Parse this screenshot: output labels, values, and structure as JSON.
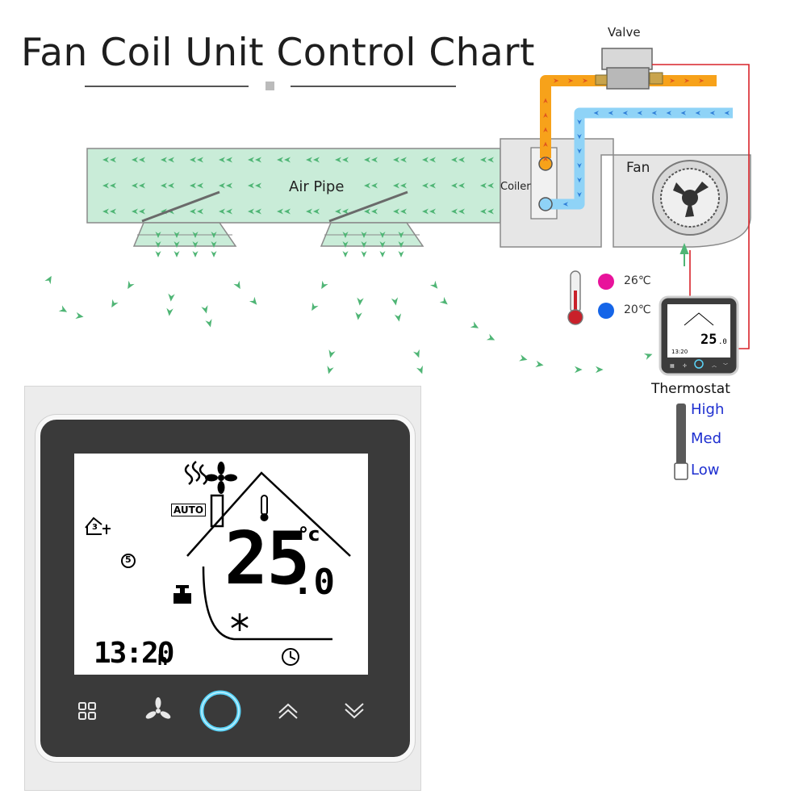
{
  "title": "Fan Coil Unit Control Chart",
  "labels": {
    "valve": "Valve",
    "air_pipe": "Air Pipe",
    "coiler": "Coiler",
    "fan": "Fan",
    "thermostat": "Thermostat"
  },
  "temperatures": {
    "hot": "26℃",
    "cold": "20℃",
    "hot_color": "#e8139b",
    "cold_color": "#1565e8"
  },
  "fan_speeds": [
    "High",
    "Med",
    "Low"
  ],
  "colors": {
    "air_duct": "#c9ecd8",
    "air_arrow": "#4fb575",
    "hot_pipe": "#f7a21a",
    "cold_pipe": "#8fd3f7",
    "control_wire": "#d9232a"
  },
  "thermostat_display": {
    "auto_badge": "AUTO",
    "temperature_main": "25",
    "temperature_decimal": ".0",
    "unit": "°c",
    "clock": "13:20",
    "clock_suffix": "h",
    "program_number": "5",
    "home_badge": "3"
  },
  "thermostat_buttons": [
    {
      "name": "menu-icon"
    },
    {
      "name": "fan-speed-icon"
    },
    {
      "name": "power-icon"
    },
    {
      "name": "up-icon"
    },
    {
      "name": "down-icon"
    }
  ]
}
